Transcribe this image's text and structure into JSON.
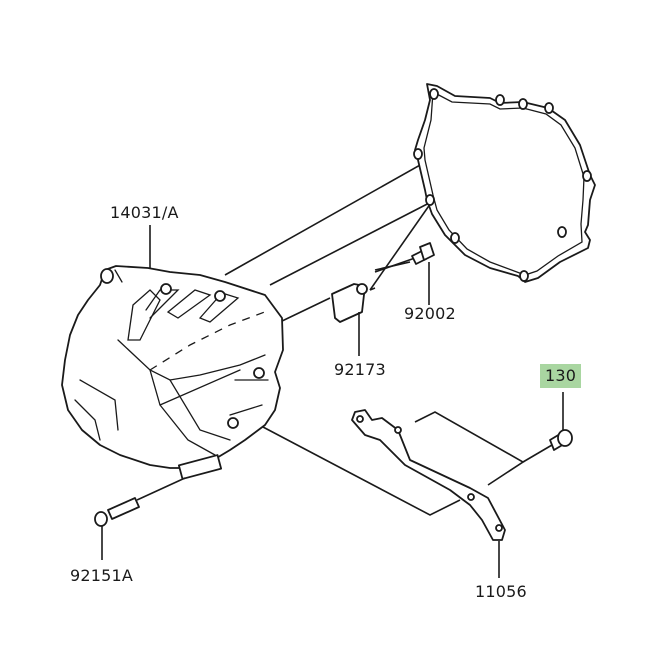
{
  "diagram": {
    "type": "exploded-parts-diagram",
    "background": "#ffffff",
    "highlight_color": "#a9d6a1",
    "parts": [
      {
        "id": "14031A",
        "label": "14031/A",
        "name": "engine-cover"
      },
      {
        "id": "92002",
        "label": "92002",
        "name": "bolt"
      },
      {
        "id": "92173",
        "label": "92173",
        "name": "clamp"
      },
      {
        "id": "130",
        "label": "130",
        "name": "flanged-bolt",
        "highlighted": true
      },
      {
        "id": "92151A",
        "label": "92151A",
        "name": "long-bolt"
      },
      {
        "id": "11056",
        "label": "11056",
        "name": "bracket"
      },
      {
        "id": "gasket",
        "label": "",
        "name": "cover-gasket"
      }
    ]
  }
}
